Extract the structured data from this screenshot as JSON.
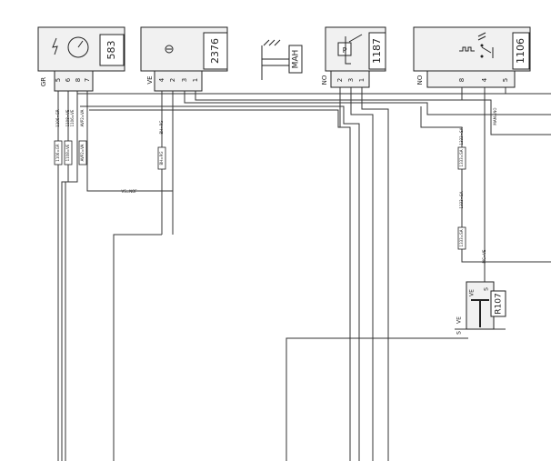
{
  "components": {
    "c583": {
      "id": "583",
      "connector_color": "GR",
      "pins": [
        "5",
        "6",
        "8",
        "7"
      ],
      "icon": "gauge-with-lightning-icon"
    },
    "c2376": {
      "id": "2376",
      "connector_color": "VE",
      "pins": [
        "4",
        "2",
        "3",
        "1"
      ],
      "icon": "circle-icon"
    },
    "c1187": {
      "id": "1187",
      "connector_color": "NO",
      "pins": [
        "2",
        "3",
        "1"
      ],
      "icon": "pressure-switch-icon",
      "symbol_text": "P"
    },
    "c1106": {
      "id": "1106",
      "connector_color": "NO",
      "pins": [
        "8",
        "4",
        "5"
      ],
      "icon": "lamp-switch-icon"
    },
    "mah": {
      "label": "MAH",
      "icon": "ground-icon"
    },
    "r107": {
      "id": "R107",
      "left_color": "VE",
      "right_color": "VE",
      "left_pin": "S",
      "right_pin": "S"
    }
  },
  "wire_labels": {
    "w1": "1106=GR",
    "w2": "1108=VE",
    "w3": "1106=VE",
    "w4": "AVP2=VA",
    "w5": "BH=RG",
    "w6": "VS=NOF",
    "w7": "1333=SA",
    "w8": "MAM=NO",
    "w9": "1333=SA",
    "w10": "MC=VE"
  },
  "fuse_labels": {
    "f1": "1106=GR",
    "f2": "1108=VE",
    "f3": "AVP2=VA",
    "f4": "BH=RG",
    "f5": "1333=SA",
    "f6": "1333=SA"
  },
  "colors": {
    "line": "#333333",
    "box_fill": "#f1f1f1"
  }
}
